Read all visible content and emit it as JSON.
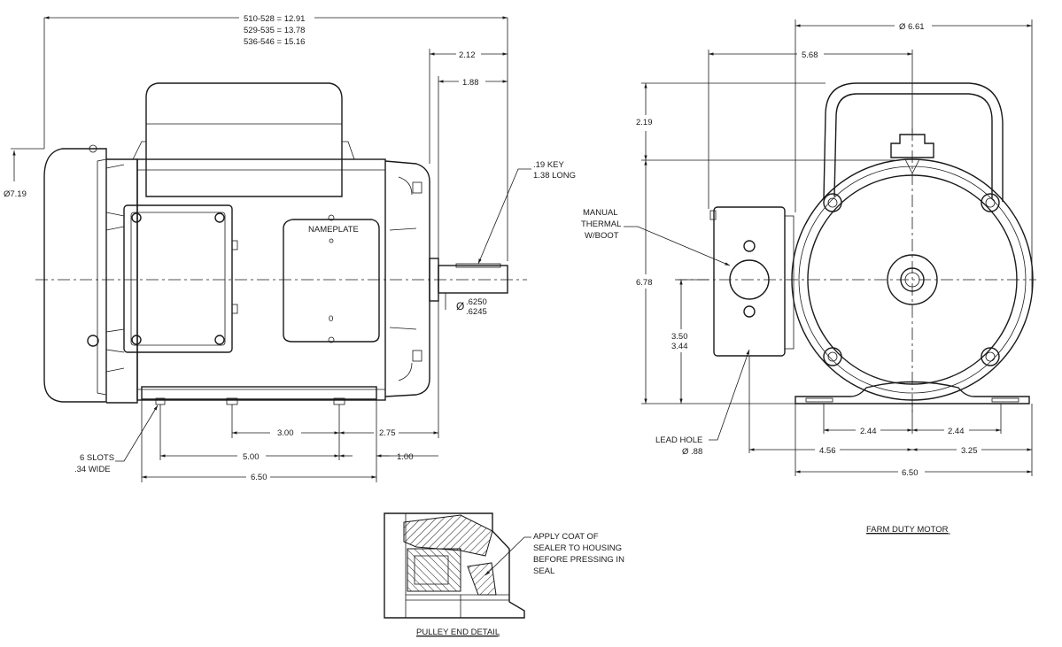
{
  "side_view": {
    "overall_length_lines": [
      "510-528 = 12.91",
      "529-535 = 13.78",
      "536-546 = 15.16"
    ],
    "shaft_ext_outer": "2.12",
    "shaft_ext_inner": "1.88",
    "diameter_frame": "Ø7.19",
    "key_note_line1": ".19 KEY",
    "key_note_line2": "1.38 LONG",
    "nameplate_label": "NAMEPLATE",
    "nameplate_mark": "0",
    "shaft_dia_prefix": "Ø",
    "shaft_dia_max": ".6250",
    "shaft_dia_min": ".6245",
    "dim_3_00": "3.00",
    "dim_2_75": "2.75",
    "dim_5_00": "5.00",
    "dim_1_00": "1.00",
    "dim_6_50": "6.50",
    "slots_line1": "6 SLOTS",
    "slots_line2": ".34 WIDE"
  },
  "end_view": {
    "diameter_top": "Ø 6.61",
    "dim_5_68": "5.68",
    "dim_2_19": "2.19",
    "dim_6_78": "6.78",
    "dim_3_50": "3.50",
    "dim_3_44": "3.44",
    "manual_line1": "MANUAL",
    "manual_line2": "THERMAL",
    "manual_line3": "W/BOOT",
    "lead_hole_line1": "LEAD HOLE",
    "lead_hole_line2": "Ø .88",
    "dim_2_44_left": "2.44",
    "dim_2_44_right": "2.44",
    "dim_4_56": "4.56",
    "dim_3_25": "3.25",
    "dim_6_50": "6.50",
    "title": "FARM DUTY MOTOR"
  },
  "detail": {
    "note_line1": "APPLY COAT OF",
    "note_line2": "SEALER TO HOUSING",
    "note_line3": "BEFORE PRESSING IN",
    "note_line4": "SEAL",
    "title": "PULLEY END DETAIL"
  }
}
